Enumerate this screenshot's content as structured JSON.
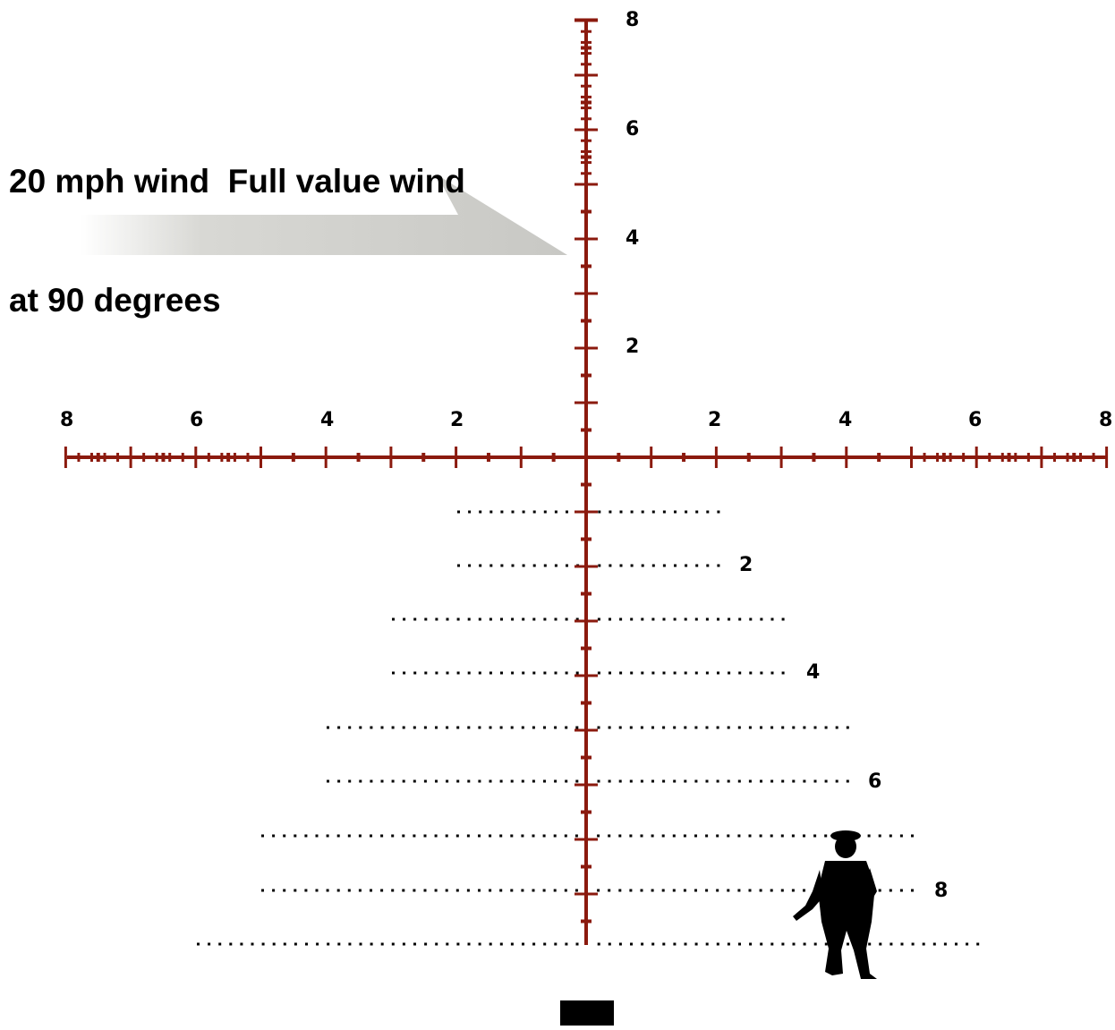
{
  "caption": {
    "line1": "20 mph wind  Full value wind",
    "line2": "at 90 degrees"
  },
  "reticle": {
    "line_color": "#8b1a0e",
    "dot_color": "#000000",
    "vertical_labels": [
      "2",
      "4",
      "6",
      "8"
    ],
    "horizontal_labels_left": [
      "8",
      "6",
      "4",
      "2"
    ],
    "horizontal_labels_right": [
      "2",
      "4",
      "6",
      "8"
    ],
    "holdover_labels": [
      "2",
      "4",
      "6",
      "8"
    ]
  },
  "wind_arrow": {
    "color": "#c8c8c4",
    "icon": "wind-direction-arrow-icon"
  },
  "target": {
    "icon": "soldier-silhouette-icon",
    "color": "#000000"
  },
  "bottom_post": {
    "color": "#000000"
  }
}
